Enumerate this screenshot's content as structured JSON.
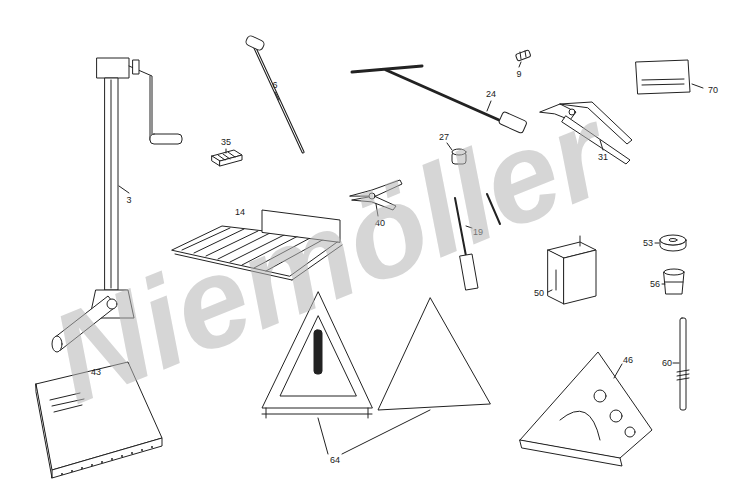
{
  "diagram": {
    "labels": [
      "6",
      "9",
      "70",
      "24",
      "35",
      "3",
      "27",
      "31",
      "14",
      "40",
      "19",
      "53",
      "50",
      "56",
      "43",
      "64",
      "46",
      "60",
      "Niemöller"
    ]
  }
}
